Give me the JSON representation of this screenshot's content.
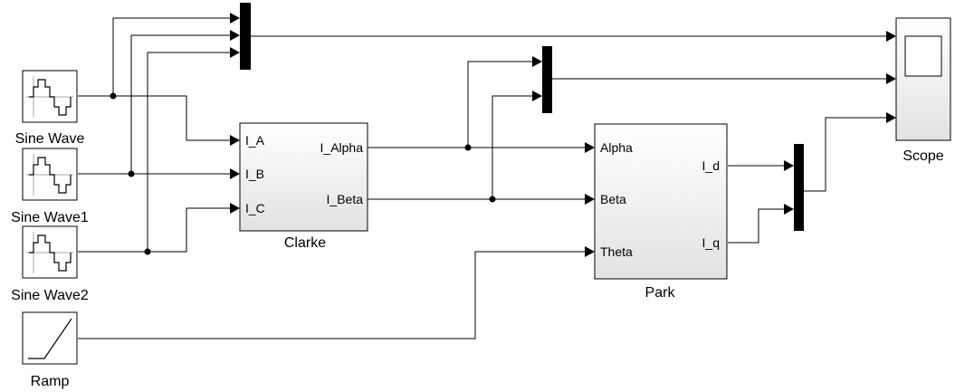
{
  "blocks": {
    "sine_wave": {
      "label": "Sine Wave"
    },
    "sine_wave1": {
      "label": "Sine Wave1"
    },
    "sine_wave2": {
      "label": "Sine Wave2"
    },
    "ramp": {
      "label": "Ramp"
    },
    "clarke": {
      "label": "Clarke",
      "in_ports": [
        "I_A",
        "I_B",
        "I_C"
      ],
      "out_ports": [
        "I_Alpha",
        "I_Beta"
      ]
    },
    "park": {
      "label": "Park",
      "in_ports": [
        "Alpha",
        "Beta",
        "Theta"
      ],
      "out_ports": [
        "I_d",
        "I_q"
      ]
    },
    "scope": {
      "label": "Scope"
    }
  },
  "colors": {
    "line": "#000000",
    "block_fill_top": "#ffffff",
    "block_fill_bottom": "#e6e6e6",
    "scope_screen": "#ffffff"
  }
}
